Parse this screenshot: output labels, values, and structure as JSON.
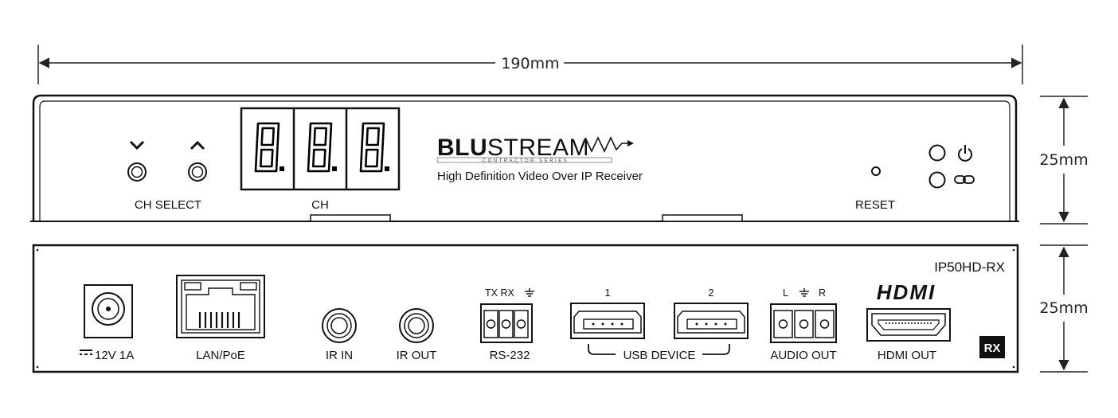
{
  "dimensions": {
    "width": "190mm",
    "front_height": "25mm",
    "rear_height": "25mm"
  },
  "front_panel": {
    "down_arrow": "⌄",
    "up_arrow": "^",
    "ch_select_label": "CH SELECT",
    "display_digits": [
      "8.",
      "8.",
      "8."
    ],
    "ch_label": "CH",
    "brand": {
      "blu": "BLU",
      "stream": "STREAM",
      "series": "CONTRACTOR SERIES"
    },
    "subtitle": "High Definition Video Over IP Receiver",
    "reset_label": "RESET",
    "led_icons": [
      "power-icon",
      "link-icon"
    ]
  },
  "rear_panel": {
    "model": "IP50HD-RX",
    "power_label": "12V 1A",
    "lan_label": "LAN/PoE",
    "ir_in_label": "IR IN",
    "ir_out_label": "IR OUT",
    "rs232_pins": "TX RX",
    "rs232_label": "RS-232",
    "usb_1": "1",
    "usb_2": "2",
    "usb_label": "USB DEVICE",
    "audio_pins_l": "L",
    "audio_pins_r": "R",
    "audio_label": "AUDIO OUT",
    "hdmi_logo": "HDMI",
    "hdmi_label": "HDMI OUT",
    "rx_badge": "RX"
  }
}
